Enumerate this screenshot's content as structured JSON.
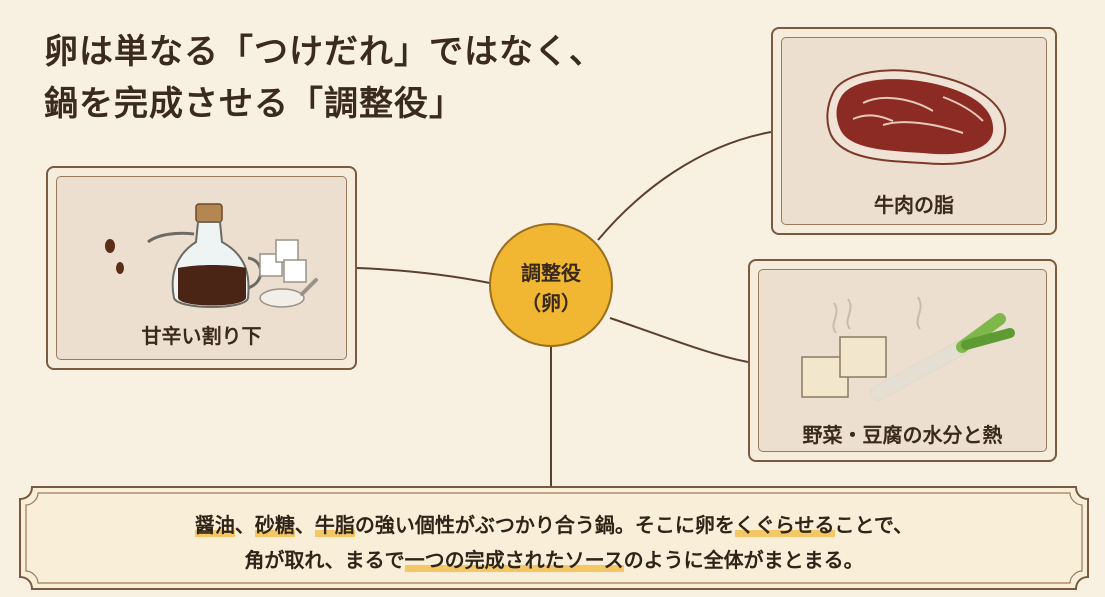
{
  "title": {
    "line1": "卵は単なる「つけだれ」ではなく、",
    "line2": "鍋を完成させる「調整役」"
  },
  "center": {
    "line1": "調整役",
    "line2": "（卵）"
  },
  "cards": {
    "left": {
      "label": "甘辛い割り下"
    },
    "beef": {
      "label": "牛肉の脂"
    },
    "veg": {
      "label": "野菜・豆腐の水分と熱"
    }
  },
  "banner": {
    "line1": [
      {
        "text": "醤油",
        "hl": true
      },
      {
        "text": "、",
        "hl": false
      },
      {
        "text": "砂糖",
        "hl": true
      },
      {
        "text": "、",
        "hl": false
      },
      {
        "text": "牛脂",
        "hl": true
      },
      {
        "text": "の強い個性がぶつかり合う鍋。そこに卵を",
        "hl": false
      },
      {
        "text": "くぐらせる",
        "hl": true
      },
      {
        "text": "ことで、",
        "hl": false
      }
    ],
    "line2": [
      {
        "text": "角が取れ、まるで",
        "hl": false
      },
      {
        "text": "一つの完成されたソース",
        "hl": true
      },
      {
        "text": "のように全体がまとまる。",
        "hl": false
      }
    ]
  },
  "colors": {
    "background": "#f8f1e1",
    "accent": "#f1b632",
    "line": "#5a4030"
  }
}
